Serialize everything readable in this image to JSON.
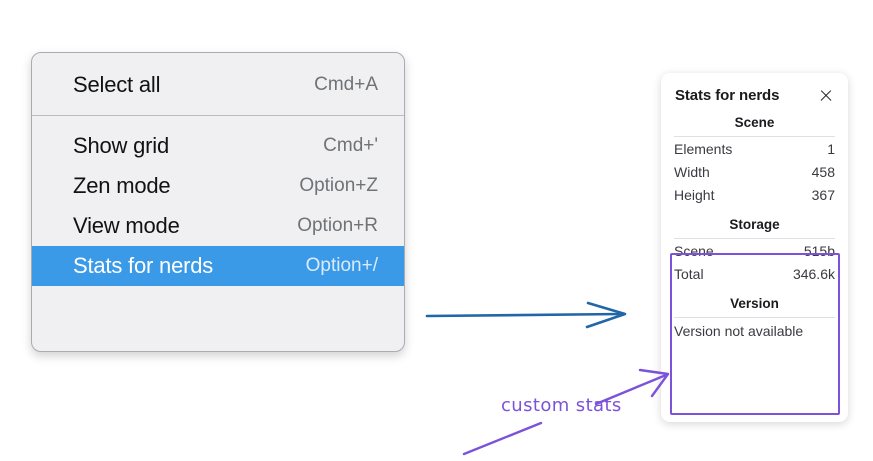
{
  "context_menu": {
    "groups": [
      {
        "items": [
          {
            "label": "Select all",
            "shortcut": "Cmd+A",
            "selected": false
          }
        ]
      },
      {
        "items": [
          {
            "label": "Show grid",
            "shortcut": "Cmd+'",
            "selected": false
          },
          {
            "label": "Zen mode",
            "shortcut": "Option+Z",
            "selected": false
          },
          {
            "label": "View mode",
            "shortcut": "Option+R",
            "selected": false
          },
          {
            "label": "Stats for nerds",
            "shortcut": "Option+/",
            "selected": true
          }
        ]
      }
    ],
    "highlight_color": "#3b9ae8"
  },
  "stats_panel": {
    "title": "Stats for nerds",
    "close_icon": "close-icon",
    "sections": [
      {
        "heading": "Scene",
        "rows": [
          {
            "key": "Elements",
            "value": "1"
          },
          {
            "key": "Width",
            "value": "458"
          },
          {
            "key": "Height",
            "value": "367"
          }
        ]
      },
      {
        "heading": "Storage",
        "rows": [
          {
            "key": "Scene",
            "value": "515b"
          },
          {
            "key": "Total",
            "value": "346.6k"
          }
        ]
      },
      {
        "heading": "Version",
        "note": "Version not available"
      }
    ]
  },
  "annotations": {
    "label": "custom stats",
    "arrow_color_blue": "#2167a8",
    "arrow_color_purple": "#7b52d9"
  }
}
